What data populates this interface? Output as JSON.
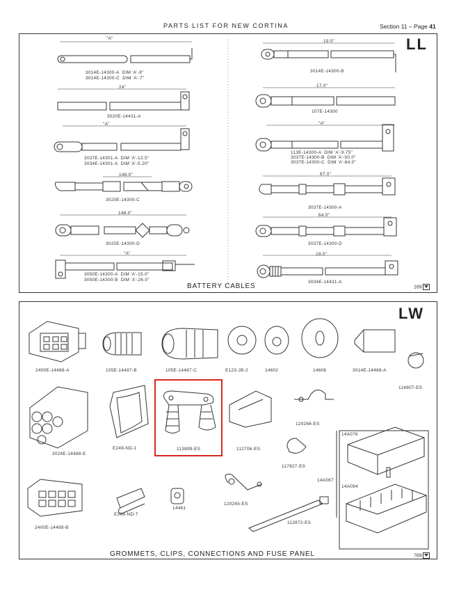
{
  "header": {
    "title": "PARTS LIST FOR NEW CORTINA",
    "section": "Section 11 – Page",
    "page": "41"
  },
  "battery_panel": {
    "badge": "LL",
    "caption": "BATTERY CABLES",
    "page_number": "169",
    "dims": [
      "\"A\"",
      "24\"",
      "\"A\"",
      "148.0\"",
      "148.0\"",
      "\"A\"",
      "19.0\"",
      "17.0\"",
      "\"A\"",
      "67.0\"",
      "64.0\"",
      "18.0\""
    ],
    "parts": [
      "3014E-14300-A  DIM 'A'-9\"\n3014E-14300-C  DIM 'A'-7\"",
      "3020E-14431-A",
      "3037E-14301-A  DIM 'A'-12.5\"\n3034E-14301-A  DIM 'A'-5.20\"",
      "3020E-14300-C",
      "3020E-14300-D",
      "3050E-14300-A  DIM 'A'-15.0\"\n3050E-14300-B  DIM 'A'-26.0\"",
      "3014E-14300-B",
      "107E-14300",
      "113E-14300-A  DIM 'A'-9.75\"\n3037E-14300-B  DIM 'A'-50.0\"\n3037E-14300-C  DIM 'A'-64.0\"",
      "3037E-14300-A",
      "3037E-14300-D",
      "3034E-14431-A"
    ]
  },
  "grommet_panel": {
    "badge": "LW",
    "caption": "GROMMETS, CLIPS, CONNECTIONS AND FUSE PANEL",
    "page_number": "769",
    "parts": [
      "2400E-14488-A",
      "105E-14487-B",
      "105E-14487-C",
      "E123-JB-2",
      "14602",
      "14606",
      "3014E-14488-A",
      "114807-ES",
      "3024E-14488-E",
      "E249-ND-1",
      "113899-ES",
      "112706-ES",
      "120266-ES",
      "117827-ES",
      "2400E-14488-B",
      "E208-ND-7",
      "14461",
      "120265-ES",
      "112872-ES",
      "14A076",
      "14A067",
      "14A094"
    ],
    "highlighted_part": "113899-ES"
  }
}
